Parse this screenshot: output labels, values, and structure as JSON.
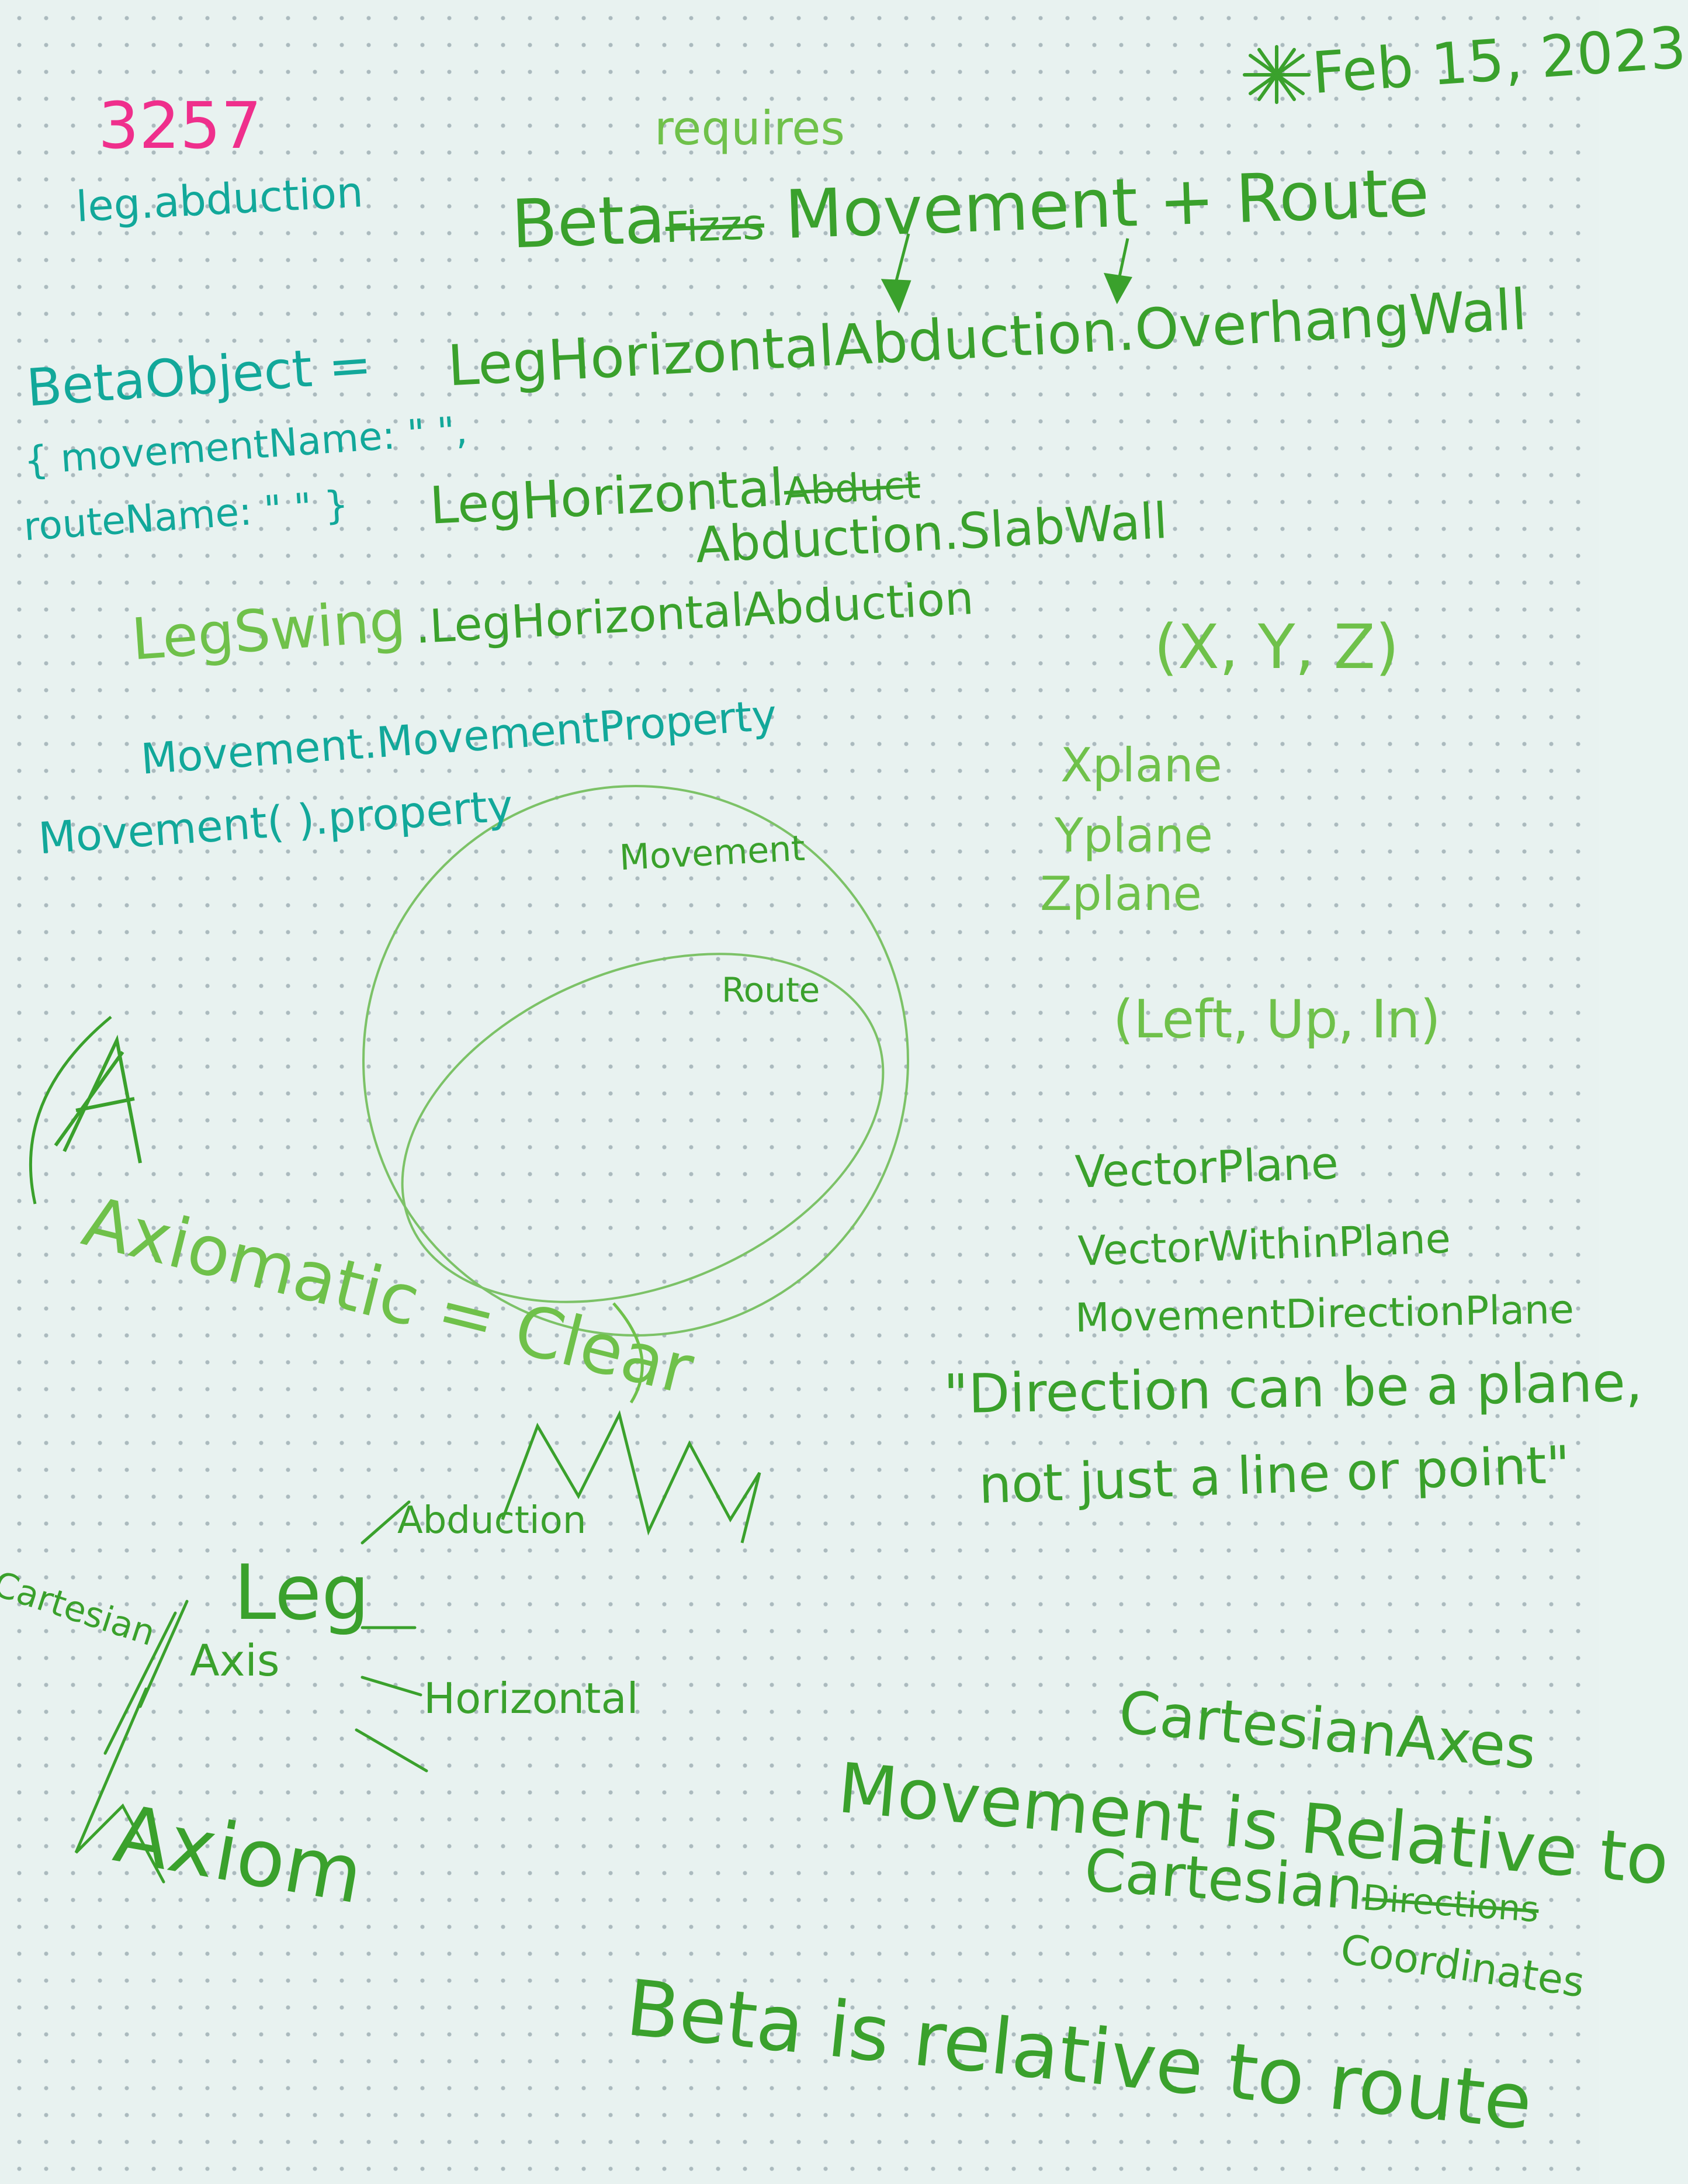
{
  "header": {
    "date": "Feb 15, 2023",
    "note_number": "3257",
    "tag": "leg.abduction"
  },
  "requires_word": "requires",
  "main_statement": {
    "left": "Beta",
    "crossed": "Fizzs",
    "right": "Movement + Route"
  },
  "examples": {
    "overhang": "LegHorizontalAbduction.OverhangWall",
    "slab_prefix": "LegHorizontal",
    "slab_crossed": "Abduct",
    "slab_suffix": "Abduction.SlabWall",
    "leg_swing": "LegSwing",
    "leg_swing_equiv": ".LegHorizontalAbduction"
  },
  "beta_object": {
    "line1": "BetaObject =",
    "line2": "{ movementName: \" \",",
    "line3": "routeName: \" \" }"
  },
  "movement_notes": {
    "line1": "Movement.MovementProperty",
    "line2": "Movement( ).property"
  },
  "circles": {
    "outer": "Movement",
    "inner": "Route"
  },
  "coordinates": {
    "triple": "(X, Y, Z)",
    "planes": [
      "Xplane",
      "Yplane",
      "Zplane"
    ],
    "directions": "(Left, Up, In)"
  },
  "vectors": [
    "VectorPlane",
    "VectorWithinPlane",
    "MovementDirectionPlane"
  ],
  "quote": {
    "line1": "\"Direction can be a plane,",
    "line2": "not just a line or point\""
  },
  "axiom_note": "Axiomatic = Clear",
  "leg_diagram": {
    "center": "Leg",
    "top": "Abduction",
    "right": "Horizontal",
    "left_top": "Cartesian",
    "left_mid": "Axis",
    "bottom": "Axiom"
  },
  "conclusions": {
    "cartesian_axes": "CartesianAxes",
    "relative_line1": "Movement is Relative to",
    "relative_line2": "Cartesian",
    "relative_crossed": "Directions",
    "relative_line3": "Coordinates",
    "beta_line": "Beta is relative to route"
  },
  "colors": {
    "paper": "#e8f2f0",
    "green_ink": "#3aa12c",
    "light_green_ink": "#6fc14a",
    "teal_ink": "#12a89a",
    "pink_ink": "#ef2f8c"
  }
}
